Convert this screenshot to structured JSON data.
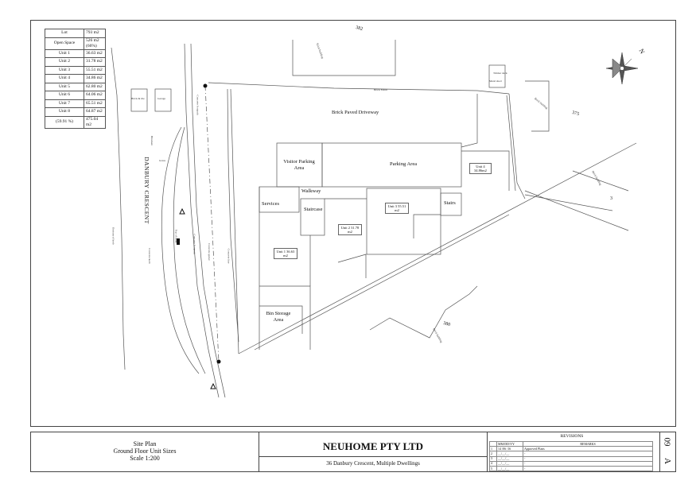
{
  "area_table": [
    {
      "label": "Lot",
      "value": "793 m2"
    },
    {
      "label": "Open Space",
      "value": "526 m2 (66%)"
    },
    {
      "label": "Unit 1",
      "value": "36.63 m2"
    },
    {
      "label": "Unit 2",
      "value": "31.78 m2"
    },
    {
      "label": "Unit 3",
      "value": "55.51 m2"
    },
    {
      "label": "Unit 4",
      "value": "34.86 m2"
    },
    {
      "label": "Unit 5",
      "value": "62.80 m2"
    },
    {
      "label": "Unit 6",
      "value": "64.06 m2"
    },
    {
      "label": "Unit 7",
      "value": "65.51 m2"
    },
    {
      "label": "Unit 8",
      "value": "64.87 m2"
    },
    {
      "label": "(59.91 %)",
      "value": "475.04 m2"
    }
  ],
  "plan": {
    "street": "DANBURY CRESCENT",
    "driveway": "Brick Paved Driveway",
    "visitor_parking": "Visitor Parking Area",
    "parking": "Parking Area",
    "walkway": "Walkway",
    "services": "Services",
    "staircase": "Staircase",
    "stairs": "Stairs",
    "bin_storage": "Bin Storage Area",
    "unit1": "Unit 1 36.63 m2",
    "unit2": "Unit 2 31.78 m2",
    "unit3": "Unit 3 55.51 m2",
    "unit4": "Unit 4 34.86m2",
    "lot_382": "382",
    "lot_375": "375",
    "lot_380": "380",
    "lot_3": "3",
    "compass_n": "N",
    "tiny_labels": [
      "Brick building",
      "Brick building",
      "Brick building",
      "Brick building",
      "Concrete footpath",
      "Concrete footpath",
      "Bitumen",
      "Top of bank",
      "Concrete kerb",
      "Bottom of kerb",
      "Concrete gutter",
      "Concrete line",
      "Brick & tile",
      "Garage",
      "Timber deck",
      "Metal shed",
      "Grass",
      "Brick Fence"
    ]
  },
  "title_block": {
    "left_line1": "Site Plan",
    "left_line2": "Ground Floor Unit Sizes",
    "left_line3": "Scale 1:200",
    "company": "NEUHOME PTY LTD",
    "address": "36 Danbury Crescent, Multiple Dwellings",
    "revisions_title": "REVISIONS",
    "rev_head_date": "MM/DD/YY",
    "rev_head_remarks": "REMARKS",
    "rev_rows": [
      {
        "no": "1",
        "date": "14 /06 /16",
        "remarks": "Approved Plans"
      },
      {
        "no": "2",
        "date": "__/__/__",
        "remarks": "-"
      },
      {
        "no": "3",
        "date": "__/__/__",
        "remarks": "-"
      },
      {
        "no": "4",
        "date": "__/__/__",
        "remarks": "-"
      },
      {
        "no": "5",
        "date": "__/__/__",
        "remarks": "-"
      }
    ],
    "sheet_a": "A",
    "sheet_no": "09"
  }
}
